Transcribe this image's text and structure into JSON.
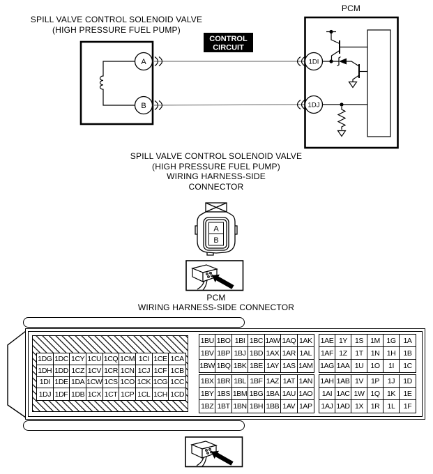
{
  "colors": {
    "line_black": "#000000",
    "wire_gray": "#7d7d7d",
    "control_box_bg": "#000000",
    "control_box_text": "#ffffff"
  },
  "top_diagram": {
    "solenoid_title_line1": "SPILL VALVE CONTROL SOLENOID VALVE",
    "solenoid_title_line2": "(HIGH PRESSURE FUEL PUMP)",
    "control_circuit_line1": "CONTROL",
    "control_circuit_line2": "CIRCUIT",
    "pcm_label": "PCM",
    "terminal_a": "A",
    "terminal_b": "B",
    "pcm_terminal_top": "1DI",
    "pcm_terminal_bottom": "1DJ"
  },
  "connector_section": {
    "title_lines": [
      "SPILL VALVE CONTROL SOLENOID VALVE",
      "(HIGH PRESSURE FUEL PUMP)",
      "WIRING HARNESS-SIDE",
      "CONNECTOR"
    ],
    "terminal_a": "A",
    "terminal_b": "B"
  },
  "pcm_connector": {
    "label_line1": "PCM",
    "label_line2": "WIRING HARNESS-SIDE CONNECTOR",
    "left_rows": [
      [
        "1DG",
        "1DC",
        "1CY",
        "1CU",
        "1CQ",
        "1CM",
        "1CI",
        "1CE",
        "1CA"
      ],
      [
        "1DH",
        "1DD",
        "1CZ",
        "1CV",
        "1CR",
        "1CN",
        "1CJ",
        "1CF",
        "1CB"
      ],
      [
        "1DI",
        "1DE",
        "1DA",
        "1CW",
        "1CS",
        "1CO",
        "1CK",
        "1CG",
        "1CC"
      ],
      [
        "1DJ",
        "1DF",
        "1DB",
        "1CX",
        "1CT",
        "1CP",
        "1CL",
        "1CH",
        "1CD"
      ]
    ],
    "middle_top_rows": [
      [
        "1BU",
        "1BO",
        "1BI",
        "1BC",
        "1AW",
        "1AQ",
        "1AK"
      ],
      [
        "1BV",
        "1BP",
        "1BJ",
        "1BD",
        "1AX",
        "1AR",
        "1AL"
      ],
      [
        "1BW",
        "1BQ",
        "1BK",
        "1BE",
        "1AY",
        "1AS",
        "1AM"
      ]
    ],
    "middle_bottom_rows": [
      [
        "1BX",
        "1BR",
        "1BL",
        "1BF",
        "1AZ",
        "1AT",
        "1AN"
      ],
      [
        "1BY",
        "1BS",
        "1BM",
        "1BG",
        "1BA",
        "1AU",
        "1AO"
      ],
      [
        "1BZ",
        "1BT",
        "1BN",
        "1BH",
        "1BB",
        "1AV",
        "1AP"
      ]
    ],
    "right_top_rows": [
      [
        "1AE",
        "1Y",
        "1S",
        "1M",
        "1G",
        "1A"
      ],
      [
        "1AF",
        "1Z",
        "1T",
        "1N",
        "1H",
        "1B"
      ],
      [
        "1AG",
        "1AA",
        "1U",
        "1O",
        "1I",
        "1C"
      ]
    ],
    "right_bottom_rows": [
      [
        "1AH",
        "1AB",
        "1V",
        "1P",
        "1J",
        "1D"
      ],
      [
        "1AI",
        "1AC",
        "1W",
        "1Q",
        "1K",
        "1E"
      ],
      [
        "1AJ",
        "1AD",
        "1X",
        "1R",
        "1L",
        "1F"
      ]
    ]
  }
}
